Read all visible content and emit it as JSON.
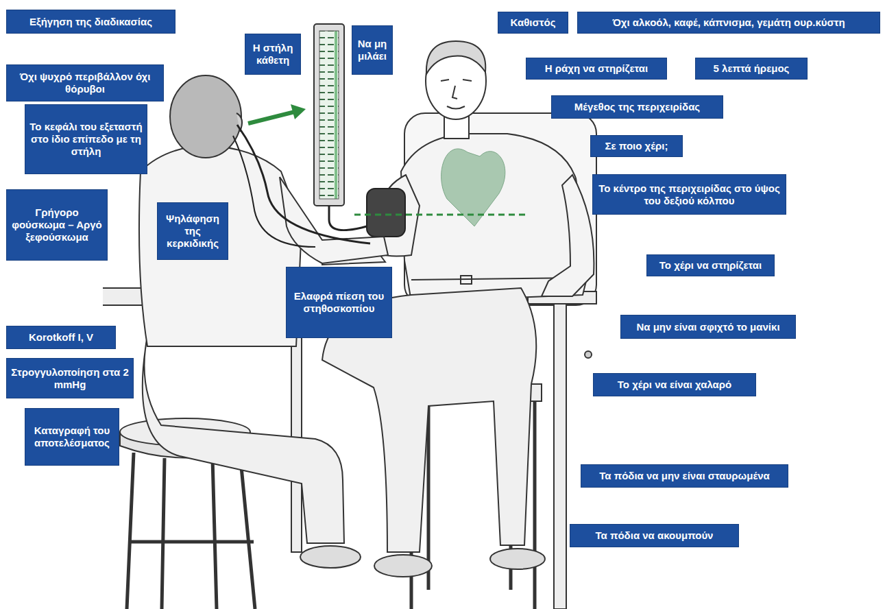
{
  "diagram": {
    "nodes": [
      {
        "text": [
          "Εξήγηση της διαδικασίας"
        ]
      },
      {
        "text": [
          "Η στήλη κάθετη"
        ]
      },
      {
        "text": [
          "Να μη μιλάει"
        ]
      },
      {
        "text": [
          "Καθιστός"
        ]
      },
      {
        "text": [
          "Όχι αλκοόλ, καφέ, κάπνισμα, γεμάτη ουρ.κύστη"
        ]
      },
      {
        "text": [
          "Όχι ψυχρό περιβάλλον όχι θόρυβοι"
        ]
      },
      {
        "text": [
          "Η ράχη να στηρίζεται"
        ]
      },
      {
        "text": [
          "5 λεπτά ήρεμος"
        ]
      },
      {
        "text": [
          "Το κεφάλι του εξεταστή στο ίδιο επίπεδο με τη στήλη"
        ]
      },
      {
        "text": [
          "Μέγεθος της περιχειρίδας"
        ]
      },
      {
        "text": [
          "Σε ποιο χέρι;"
        ]
      },
      {
        "text": [
          "Το κέντρο της περιχειρίδας στο ύψος του δεξιού κόλπου"
        ]
      },
      {
        "text": [
          "Γρήγορο φούσκωμα – Αργό ξεφούσκωμα"
        ]
      },
      {
        "text": [
          "Ψηλάφηση της κερκιδικής"
        ]
      },
      {
        "text": [
          "Ελαφρά πίεση του στηθοσκοπίου"
        ]
      },
      {
        "text": [
          "Το χέρι να στηρίζεται"
        ]
      },
      {
        "text": [
          "Να μην είναι σφιχτό το μανίκι"
        ]
      },
      {
        "text": [
          "Korotkoff I, V"
        ]
      },
      {
        "text": [
          "Στρογγυλοποίηση στα 2 mmHg"
        ]
      },
      {
        "text": [
          "Το χέρι να είναι χαλαρό"
        ]
      },
      {
        "text": [
          "Καταγραφή του αποτελέσματος"
        ]
      },
      {
        "text": [
          "Τα πόδια να μην είναι σταυρωμένα"
        ]
      },
      {
        "text": [
          "Τα πόδια να ακουμπούν"
        ]
      }
    ]
  }
}
